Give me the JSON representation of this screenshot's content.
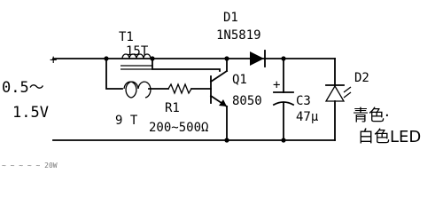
{
  "input": {
    "voltage_top": "0.5～",
    "voltage_bottom": "1.5V",
    "plus_sign": "+"
  },
  "transformer": {
    "ref": "T1",
    "primary_turns": "15T",
    "secondary_turns": "9 T"
  },
  "diode": {
    "ref": "D1",
    "part": "1N5819"
  },
  "transistor": {
    "ref": "Q1",
    "part": "8050"
  },
  "resistor": {
    "ref": "R1",
    "value": "200~500Ω"
  },
  "capacitor": {
    "ref": "C3",
    "value": "47μ",
    "plus_sign": "+"
  },
  "led": {
    "ref": "D2",
    "color_line1": "青色·",
    "color_line2": "白色LED"
  },
  "footer": {
    "faint_text": "~ ~ ~ ~ ~ 20W"
  }
}
